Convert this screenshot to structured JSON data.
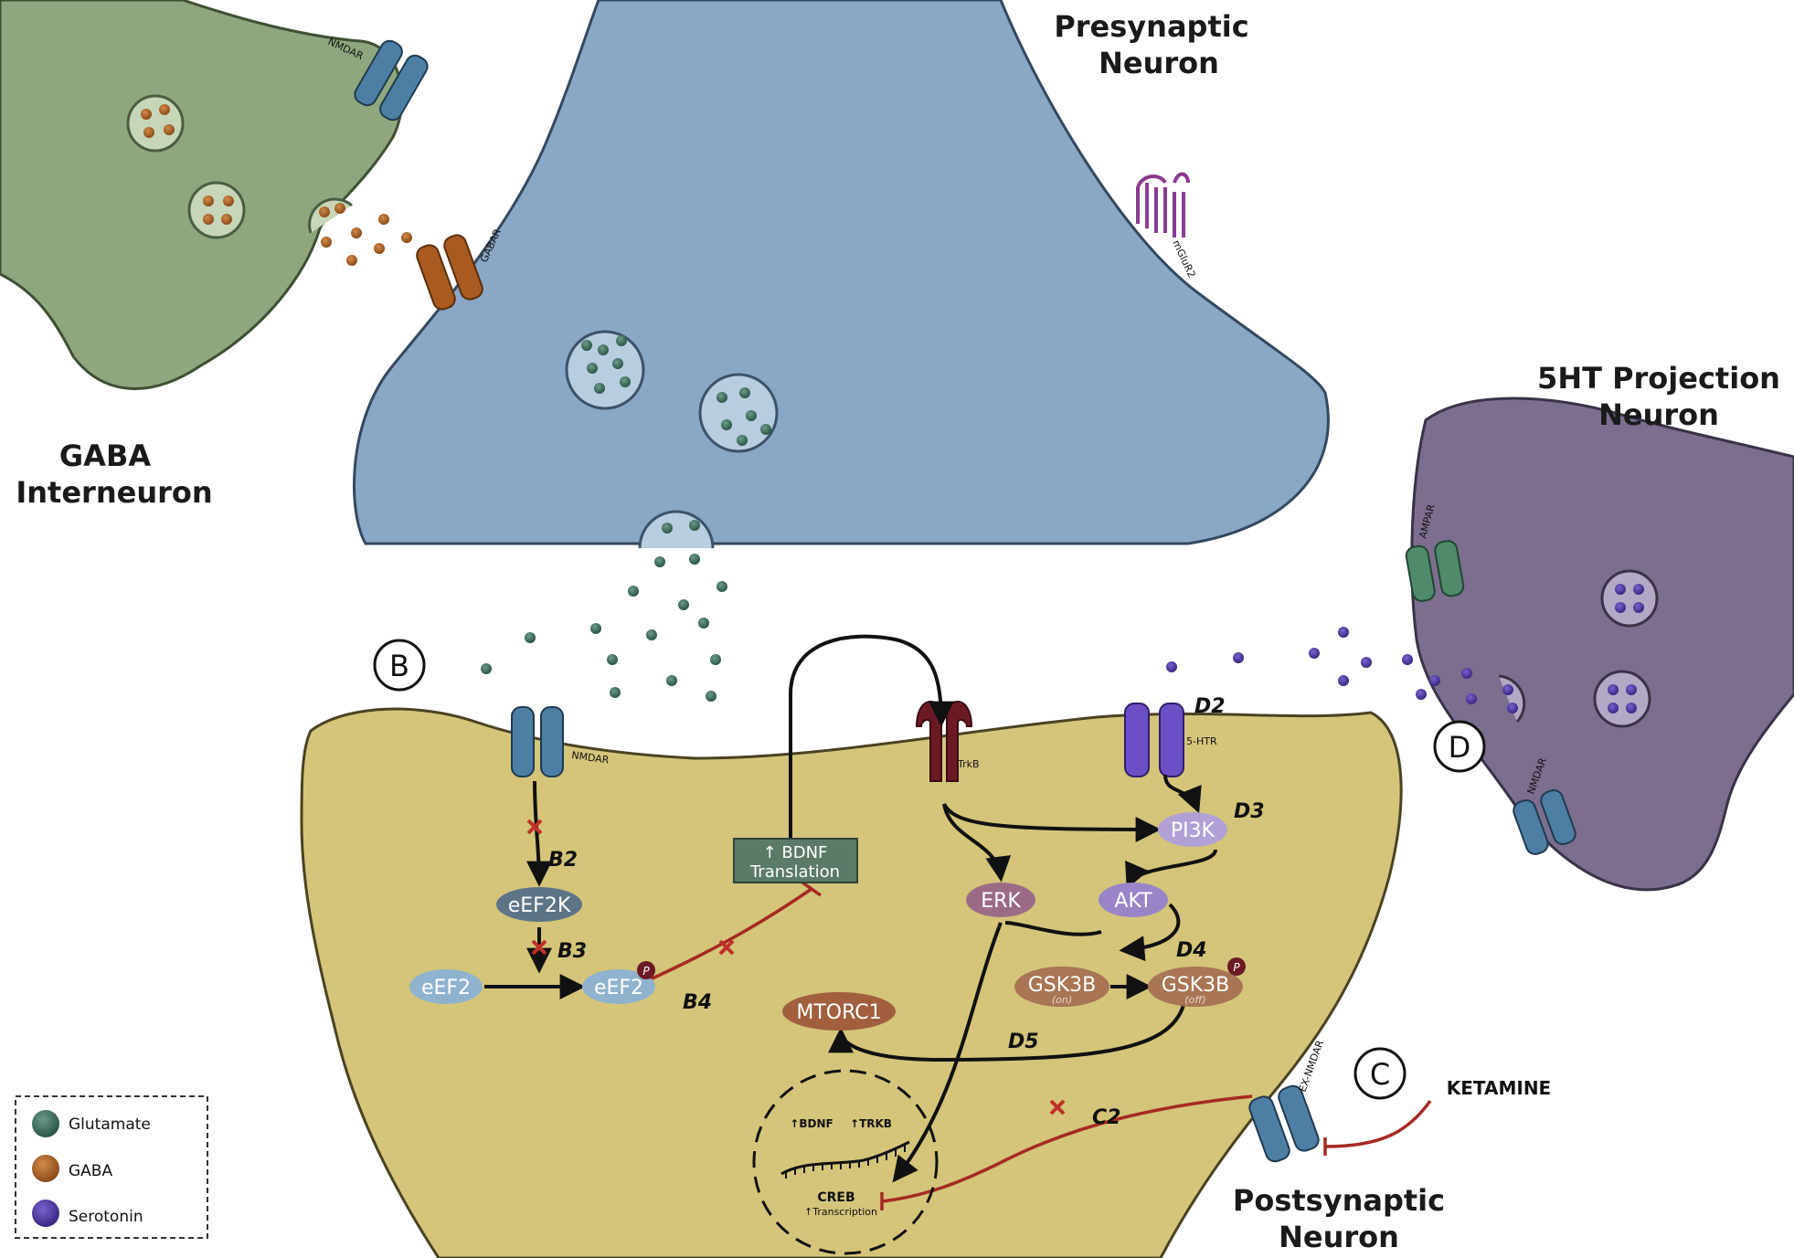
{
  "titles": {
    "presynaptic": [
      "Presynaptic",
      "Neuron"
    ],
    "gaba_interneuron": [
      "GABA",
      "Interneuron"
    ],
    "projection_5ht": [
      "5HT  Projection",
      "Neuron"
    ],
    "postsynaptic": [
      "Postsynaptic",
      "Neuron"
    ]
  },
  "receptors": {
    "nmdar_gaba": "NMDAR",
    "gabar": "GABAR",
    "mglur2": "mGluR2",
    "nmdar_post": "NMDAR",
    "trkb": "TrkB",
    "htr5": "5-HTR",
    "ampar": "AMPAR",
    "nmdar_5ht": "NMDAR",
    "ex_nmdar": "EX-NMDAR"
  },
  "panels": {
    "b": "B",
    "c": "C",
    "d": "D"
  },
  "nodes": {
    "eef2k": "eEF2K",
    "eef2": "eEF2",
    "eef2p": "eEF2",
    "bdnf_line1": "↑ BDNF",
    "bdnf_line2": "Translation",
    "erk": "ERK",
    "pi3k": "PI3K",
    "akt": "AKT",
    "gsk3b_on": "GSK3B",
    "gsk3b_on_sub": "(on)",
    "gsk3b_off": "GSK3B",
    "gsk3b_off_sub": "(off)",
    "mtorc1": "MTORC1",
    "phospho": "P"
  },
  "steps": {
    "b2": "B2",
    "b3": "B3",
    "b4": "B4",
    "c2": "C2",
    "d2": "D2",
    "d3": "D3",
    "d4": "D4",
    "d5": "D5"
  },
  "nucleus": {
    "bdnf": "↑BDNF",
    "trkb": "↑TRKB",
    "creb": "CREB",
    "transcription": "↑Transcription"
  },
  "drug": "KETAMINE",
  "legend": {
    "items": [
      {
        "label": "Glutamate",
        "color": "#3f6e5e"
      },
      {
        "label": "GABA",
        "color": "#b06a2c"
      },
      {
        "label": "Serotonin",
        "color": "#5a3fa8"
      }
    ]
  },
  "colors": {
    "presynaptic": "#8aa7c6",
    "gaba": "#8fa77e",
    "projection": "#7b6e8e",
    "postsynaptic": "#d4c57a",
    "inhibit": "#a52a22",
    "arrow": "#111111"
  }
}
